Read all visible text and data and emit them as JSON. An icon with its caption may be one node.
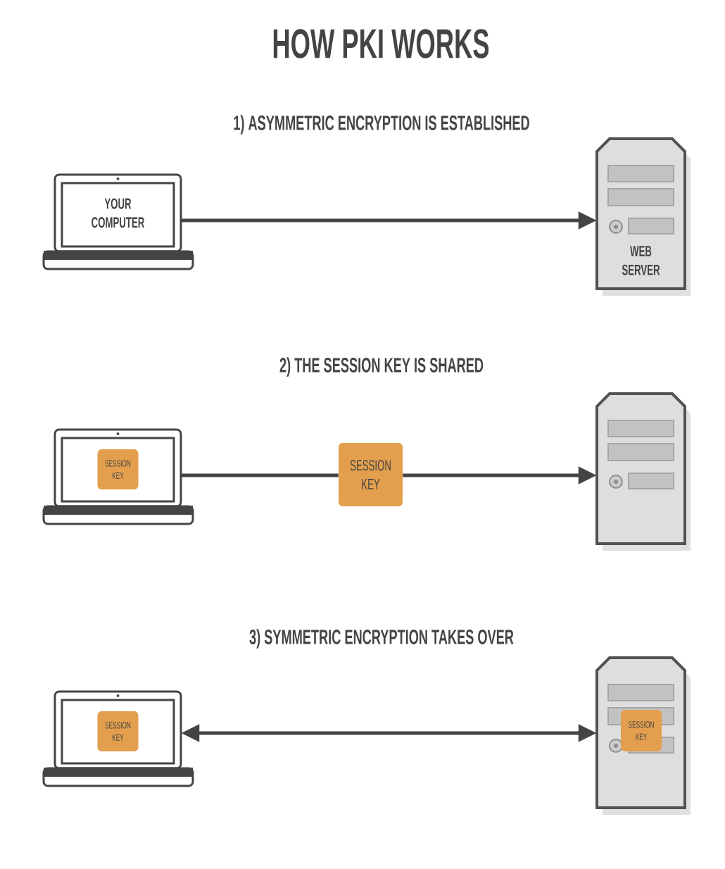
{
  "diagram": {
    "title": "HOW PKI WORKS",
    "nodes": [
      {
        "text": [
          "YOUR COMPUTER"
        ]
      },
      {
        "text": [
          "WEB SERVER"
        ]
      },
      {
        "text": [],
        "shape": "laptop"
      },
      {
        "text": [
          "SESSION KEY"
        ],
        "in": 2
      },
      {
        "text": [
          "SESSION KEY"
        ]
      },
      {
        "text": [],
        "shape": "server"
      },
      {
        "text": [],
        "shape": "laptop"
      },
      {
        "text": [
          "SESSION KEY"
        ],
        "in": 6
      },
      {
        "text": [],
        "shape": "server"
      },
      {
        "text": [
          "SESSION KEY"
        ],
        "in": 8
      }
    ],
    "edges": [
      {
        "from": 0,
        "to": 1,
        "arrow": "to"
      },
      {
        "from": 2,
        "to": 4,
        "arrow": "none"
      },
      {
        "from": 4,
        "to": 5,
        "arrow": "to"
      },
      {
        "from": 6,
        "to": 8,
        "arrow": "both"
      }
    ],
    "labels": [
      "1) ASYMMETRIC ENCRYPTION IS ESTABLISHED",
      "2) THE SESSION KEY IS SHARED",
      "3) SYMMETRIC ENCRYPTION TAKES OVER"
    ]
  }
}
